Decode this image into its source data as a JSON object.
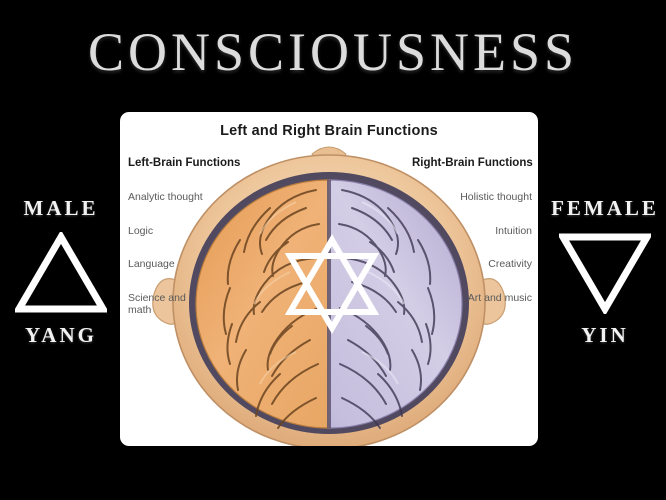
{
  "title": "CONSCIOUSNESS",
  "left_symbol": {
    "top_label": "MALE",
    "bottom_label": "YANG",
    "icon": "triangle-up-outline-icon"
  },
  "right_symbol": {
    "top_label": "FEMALE",
    "bottom_label": "YIN",
    "icon": "triangle-down-outline-icon"
  },
  "card": {
    "title": "Left and Right Brain Functions",
    "left_column": {
      "heading": "Left-Brain Functions",
      "items": [
        "Analytic thought",
        "Logic",
        "Language",
        "Science and math"
      ]
    },
    "right_column": {
      "heading": "Right-Brain Functions",
      "items": [
        "Holistic thought",
        "Intuition",
        "Creativity",
        "Art and music"
      ]
    },
    "overlay_icon": "hexagram-star-icon",
    "illustration": "top-down-brain-hemispheres-illustration"
  },
  "colors": {
    "background": "#000000",
    "title_text": "#dcdcdc",
    "card_background": "#ffffff",
    "left_hemisphere": "#e8a765",
    "right_hemisphere": "#c5bedd",
    "skull": "#edc49a",
    "symbol_stroke": "#ffffff",
    "list_text": "#5a5a5a"
  }
}
